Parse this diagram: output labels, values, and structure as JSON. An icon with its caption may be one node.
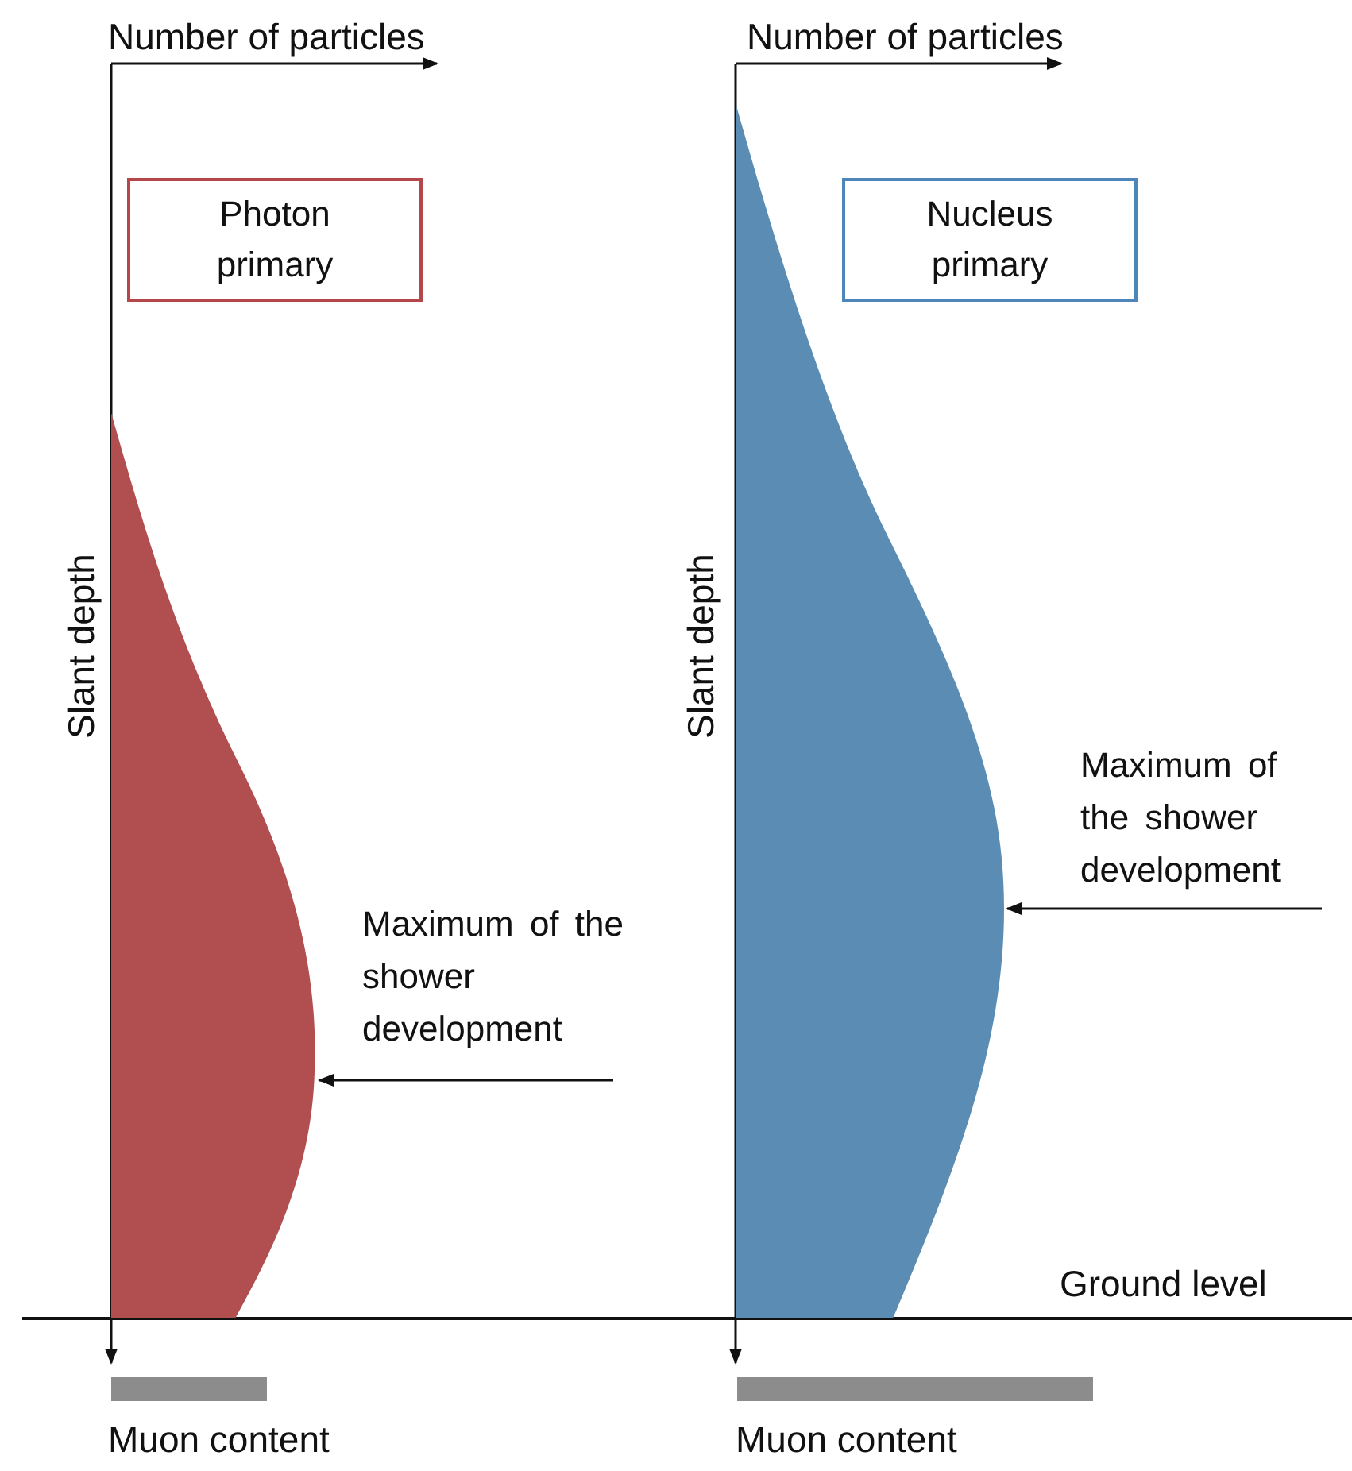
{
  "diagram": {
    "nodes": [
      {
        "text": [
          "Photon primary"
        ]
      },
      {
        "text": [
          "Nucleus primary"
        ]
      },
      {
        "text": [
          "Maximum of the shower development"
        ]
      },
      {
        "text": [],
        "shape": "picture"
      },
      {
        "text": [
          "Maximum of the shower development"
        ]
      },
      {
        "text": [],
        "shape": "picture"
      },
      {
        "text": [],
        "shape": "bar"
      },
      {
        "text": [],
        "shape": "bar"
      }
    ],
    "edges": [
      {
        "from": 2,
        "to": 3,
        "arrow": "to"
      },
      {
        "from": 4,
        "to": 5,
        "arrow": "to"
      }
    ],
    "labels": [
      "Number of particles",
      "Number of particles",
      "Slant depth",
      "Slant depth",
      "Ground level",
      "Muon content",
      "Muon content"
    ]
  }
}
